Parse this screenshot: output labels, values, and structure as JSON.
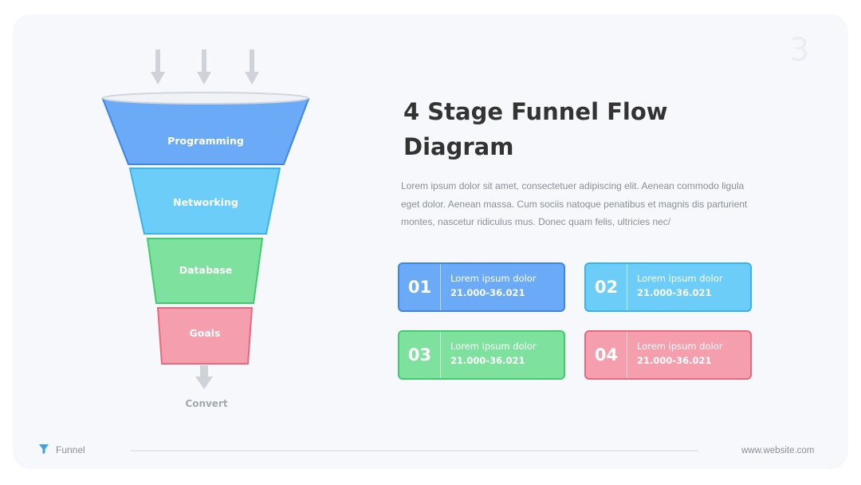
{
  "page_number": "3",
  "title": "4 Stage Funnel Flow Diagram",
  "description": "Lorem ipsum dolor sit amet, consectetuer adipiscing elit. Aenean commodo ligula eget dolor. Aenean massa. Cum sociis natoque penatibus et magnis dis parturient montes, nascetur ridiculus mus. Donec quam felis, ultricies nec/",
  "funnel": {
    "stages": [
      {
        "label": "Programming",
        "color": "#6aaaf7",
        "stroke": "#3f85e6"
      },
      {
        "label": "Networking",
        "color": "#6ccdf8",
        "stroke": "#38b3ec"
      },
      {
        "label": "Database",
        "color": "#7ee29e",
        "stroke": "#3fcc6e"
      },
      {
        "label": "Goals",
        "color": "#f49eae",
        "stroke": "#e9687f"
      }
    ],
    "output_label": "Convert"
  },
  "cards": [
    {
      "number": "01",
      "label": "Lorem ipsum dolor",
      "value": "21.000-36.021",
      "color": "#6aaaf7",
      "border": "#3f85e6"
    },
    {
      "number": "02",
      "label": "Lorem ipsum dolor",
      "value": "21.000-36.021",
      "color": "#6ccdf8",
      "border": "#38b3ec"
    },
    {
      "number": "03",
      "label": "Lorem ipsum dolor",
      "value": "21.000-36.021",
      "color": "#7ee29e",
      "border": "#3fcc6e"
    },
    {
      "number": "04",
      "label": "Lorem ipsum dolor",
      "value": "21.000-36.021",
      "color": "#f49eae",
      "border": "#e9687f"
    }
  ],
  "footer": {
    "icon": "funnel-icon",
    "label": "Funnel",
    "url": "www.website.com"
  }
}
